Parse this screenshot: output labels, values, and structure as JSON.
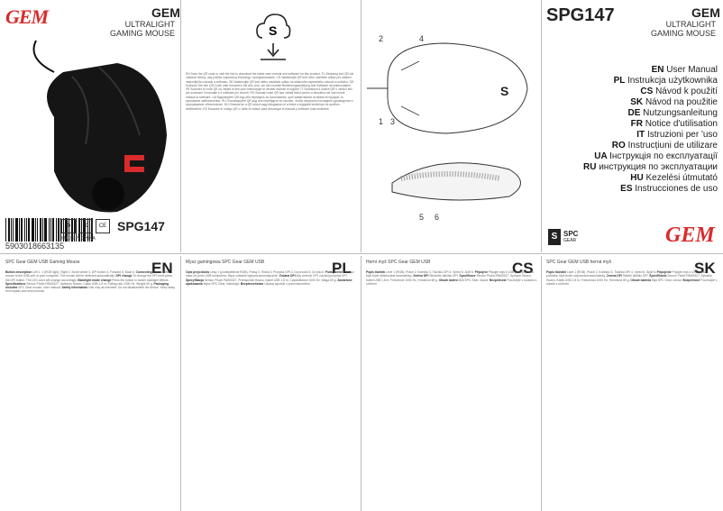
{
  "brand": "GEM",
  "sub1": "ULTRALIGHT",
  "sub2": "GAMING MOUSE",
  "model": "SPG147",
  "barcode": "5903018663135",
  "panel1_lang": "EN",
  "panel2_lang": "PL",
  "panel3_lang": "CS",
  "panel4_lang": "SK",
  "col_header_en": "SPC Gear GEM USB Gaming Mouse",
  "col_header_pl": "Mysz gamingowa SPC Gear GEM USB",
  "col_header_cs": "Herní myš SPC Gear GEM USB",
  "col_header_sk": "SPC Gear GEM USB herná myš",
  "manual_langs": [
    {
      "code": "EN",
      "text": "User Manual"
    },
    {
      "code": "PL",
      "text": "Instrukcja użytkownika"
    },
    {
      "code": "CS",
      "text": "Návod k použití"
    },
    {
      "code": "SK",
      "text": "Návod na použitie"
    },
    {
      "code": "DE",
      "text": "Nutzungsanleitung"
    },
    {
      "code": "FR",
      "text": "Notice d'utilisation"
    },
    {
      "code": "IT",
      "text": "Istruzioni per  'uso"
    },
    {
      "code": "RO",
      "text": "Instrucțiuni de utilizare"
    },
    {
      "code": "UA",
      "text": "Інструкція по експлуатації"
    },
    {
      "code": "RU",
      "text": "инструкция по эксплуатации"
    },
    {
      "code": "HU",
      "text": "Kezelési útmutató"
    },
    {
      "code": "ES",
      "text": "Instrucciones de uso"
    }
  ],
  "callouts": [
    "2",
    "4",
    "1",
    "3",
    "5",
    "6"
  ],
  "spc_logo": "SPC",
  "spc_sub": "GEAR",
  "made_in": "MADE IN CHINA",
  "colors": {
    "accent": "#d92b2b",
    "text": "#222222",
    "divider": "#bbbbbb"
  }
}
